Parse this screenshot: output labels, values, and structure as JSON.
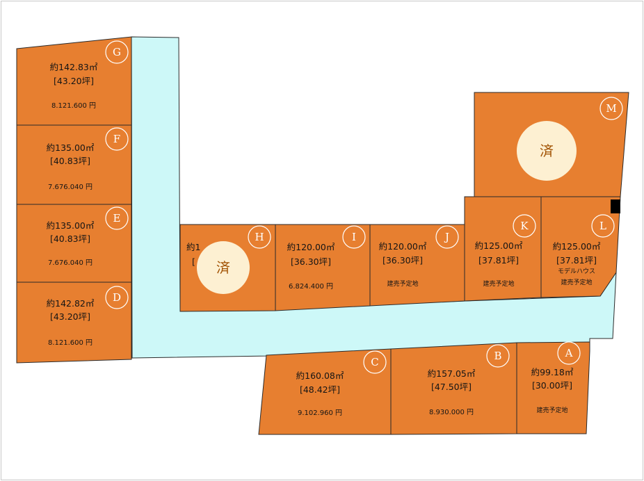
{
  "lots": [
    {
      "id": "G",
      "label": "G",
      "area": "約142.83㎡",
      "tsubo": "[43.20坪]",
      "price": "8.121.600 円",
      "note": "",
      "sold": false
    },
    {
      "id": "F",
      "label": "F",
      "area": "約135.00㎡",
      "tsubo": "[40.83坪]",
      "price": "7.676.040 円",
      "note": "",
      "sold": false
    },
    {
      "id": "E",
      "label": "E",
      "area": "約135.00㎡",
      "tsubo": "[40.83坪]",
      "price": "7.676.040 円",
      "note": "",
      "sold": false
    },
    {
      "id": "D",
      "label": "D",
      "area": "約142.82㎡",
      "tsubo": "[43.20坪]",
      "price": "8.121.600 円",
      "note": "",
      "sold": false
    },
    {
      "id": "H",
      "label": "H",
      "area": "約1",
      "tsubo": "[",
      "price": "",
      "note": "",
      "sold": true,
      "sold_text": "済"
    },
    {
      "id": "I",
      "label": "I",
      "area": "約120.00㎡",
      "tsubo": "[36.30坪]",
      "price": "6.824.400 円",
      "note": "",
      "sold": false
    },
    {
      "id": "J",
      "label": "J",
      "area": "約120.00㎡",
      "tsubo": "[36.30坪]",
      "price": "",
      "note": "建売予定地",
      "sold": false
    },
    {
      "id": "K",
      "label": "K",
      "area": "約125.00㎡",
      "tsubo": "[37.81坪]",
      "price": "",
      "note": "建売予定地",
      "sold": false
    },
    {
      "id": "L",
      "label": "L",
      "area": "約125.00㎡",
      "tsubo": "[37.81坪]",
      "price": "",
      "note": "モデルハウス",
      "note2": "建売予定地",
      "sold": false
    },
    {
      "id": "M",
      "label": "M",
      "area": "",
      "tsubo": "",
      "price": "",
      "note": "",
      "sold": true,
      "sold_text": "済"
    },
    {
      "id": "C",
      "label": "C",
      "area": "約160.08㎡",
      "tsubo": "[48.42坪]",
      "price": "9.102.960 円",
      "note": "",
      "sold": false
    },
    {
      "id": "B",
      "label": "B",
      "area": "約157.05㎡",
      "tsubo": "[47.50坪]",
      "price": "8.930.000 円",
      "note": "",
      "sold": false
    },
    {
      "id": "A",
      "label": "A",
      "area": "約99.18㎡",
      "tsubo": "[30.00坪]",
      "price": "",
      "note": "建売予定地",
      "sold": false
    }
  ],
  "colors": {
    "lot": "#E77F30",
    "road": "#CDF8F8",
    "sold_badge": "#FDF0D2"
  }
}
